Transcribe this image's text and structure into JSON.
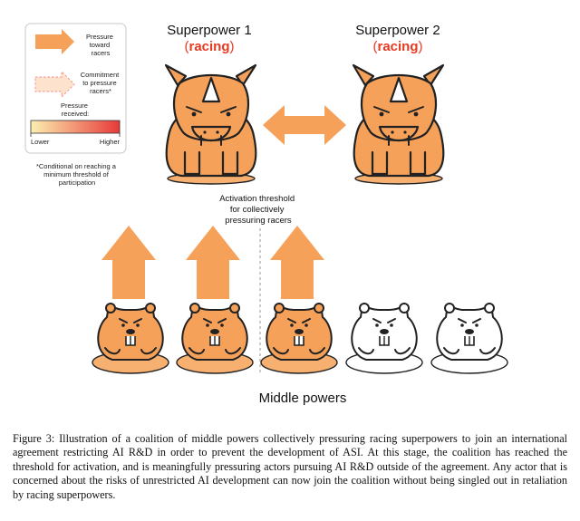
{
  "legend": {
    "pressure_label": [
      "Pressure",
      "toward",
      "racers"
    ],
    "commitment_label": [
      "Commitment",
      "to pressure",
      "racers*"
    ],
    "received_label": [
      "Pressure",
      "received:"
    ],
    "scale_low": "Lower",
    "scale_high": "Higher",
    "footnote": [
      "*Conditional on reaching a",
      "minimum threshold of",
      "participation"
    ]
  },
  "superpowers": [
    {
      "name": "Superpower 1",
      "status": "racing"
    },
    {
      "name": "Superpower 2",
      "status": "racing"
    }
  ],
  "threshold_label": [
    "Activation threshold",
    "for collectively",
    "pressuring racers"
  ],
  "middle_powers_label": "Middle powers",
  "middle_powers": [
    {
      "participating": true
    },
    {
      "participating": true
    },
    {
      "participating": true
    },
    {
      "participating": false
    },
    {
      "participating": false
    }
  ],
  "colors": {
    "orange": "#f5a15a",
    "orange_light": "#f8b071",
    "racing_red": "#e63a22",
    "scale_start": "#fbefb0",
    "scale_end": "#e83a3a"
  },
  "caption": "Figure 3: Illustration of a coalition of middle powers collectively pressuring racing superpowers to join an international agreement restricting AI R&D in order to prevent the development of ASI. At this stage, the coalition has reached the threshold for activation, and is meaningfully pressuring actors pursuing AI R&D outside of the agreement. Any actor that is concerned about the risks of unrestricted AI development can now join the coalition without being singled out in retaliation by racing superpowers."
}
